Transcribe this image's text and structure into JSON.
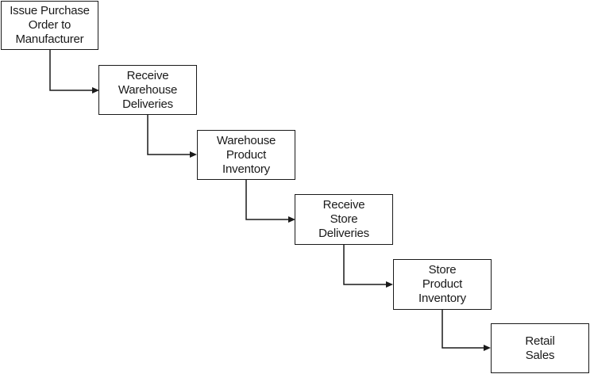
{
  "diagram": {
    "steps": [
      {
        "id": "issue-purchase-order",
        "lines": [
          "Issue Purchase",
          "Order to",
          "Manufacturer"
        ]
      },
      {
        "id": "receive-warehouse-deliveries",
        "lines": [
          "Receive",
          "Warehouse",
          "Deliveries"
        ]
      },
      {
        "id": "warehouse-product-inventory",
        "lines": [
          "Warehouse",
          "Product",
          "Inventory"
        ]
      },
      {
        "id": "receive-store-deliveries",
        "lines": [
          "Receive",
          "Store",
          "Deliveries"
        ]
      },
      {
        "id": "store-product-inventory",
        "lines": [
          "Store",
          "Product",
          "Inventory"
        ]
      },
      {
        "id": "retail-sales",
        "lines": [
          "Retail",
          "Sales"
        ]
      }
    ],
    "connections": [
      {
        "from": "issue-purchase-order",
        "to": "receive-warehouse-deliveries"
      },
      {
        "from": "receive-warehouse-deliveries",
        "to": "warehouse-product-inventory"
      },
      {
        "from": "warehouse-product-inventory",
        "to": "receive-store-deliveries"
      },
      {
        "from": "receive-store-deliveries",
        "to": "store-product-inventory"
      },
      {
        "from": "store-product-inventory",
        "to": "retail-sales"
      }
    ]
  }
}
